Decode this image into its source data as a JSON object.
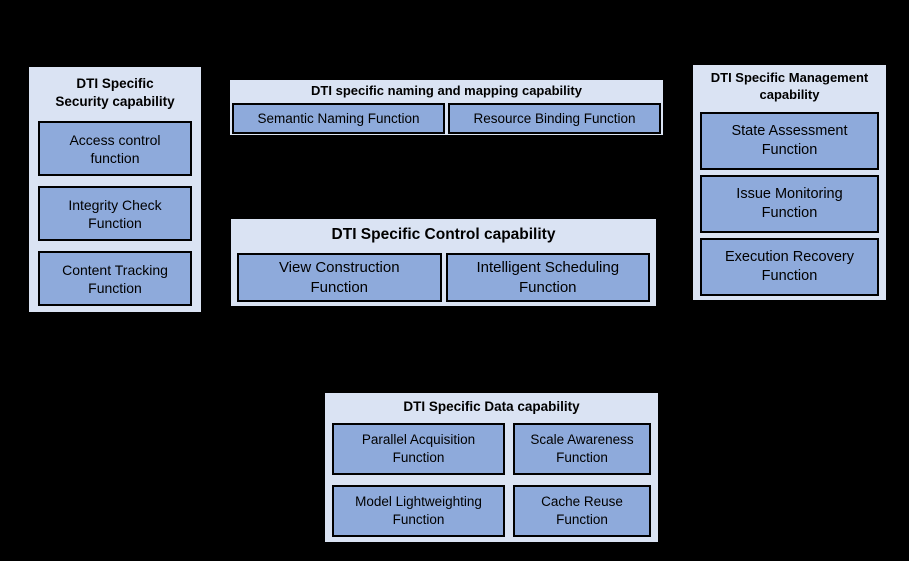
{
  "colors": {
    "canvas_bg": "#000000",
    "group_fill": "#dae3f3",
    "function_fill": "#8eaadb",
    "border": "#000000",
    "text": "#000000"
  },
  "groups": [
    {
      "id": "security",
      "title": "DTI Specific\nSecurity capability",
      "functions": [
        "Access control\nfunction",
        "Integrity Check\nFunction",
        "Content Tracking\nFunction"
      ]
    },
    {
      "id": "naming-and-mapping",
      "title": "DTI specific naming and mapping capability",
      "functions": [
        "Semantic Naming Function",
        "Resource Binding Function"
      ]
    },
    {
      "id": "management",
      "title": "DTI Specific Management\ncapability",
      "functions": [
        "State Assessment\nFunction",
        "Issue Monitoring\nFunction",
        "Execution Recovery\nFunction"
      ]
    },
    {
      "id": "control",
      "title": "DTI Specific Control capability",
      "functions": [
        "View Construction\nFunction",
        "Intelligent Scheduling\nFunction"
      ]
    },
    {
      "id": "data",
      "title": "DTI Specific Data capability",
      "functions": [
        "Parallel Acquisition\nFunction",
        "Scale Awareness\nFunction",
        "Model Lightweighting\nFunction",
        "Cache Reuse\nFunction"
      ]
    }
  ]
}
